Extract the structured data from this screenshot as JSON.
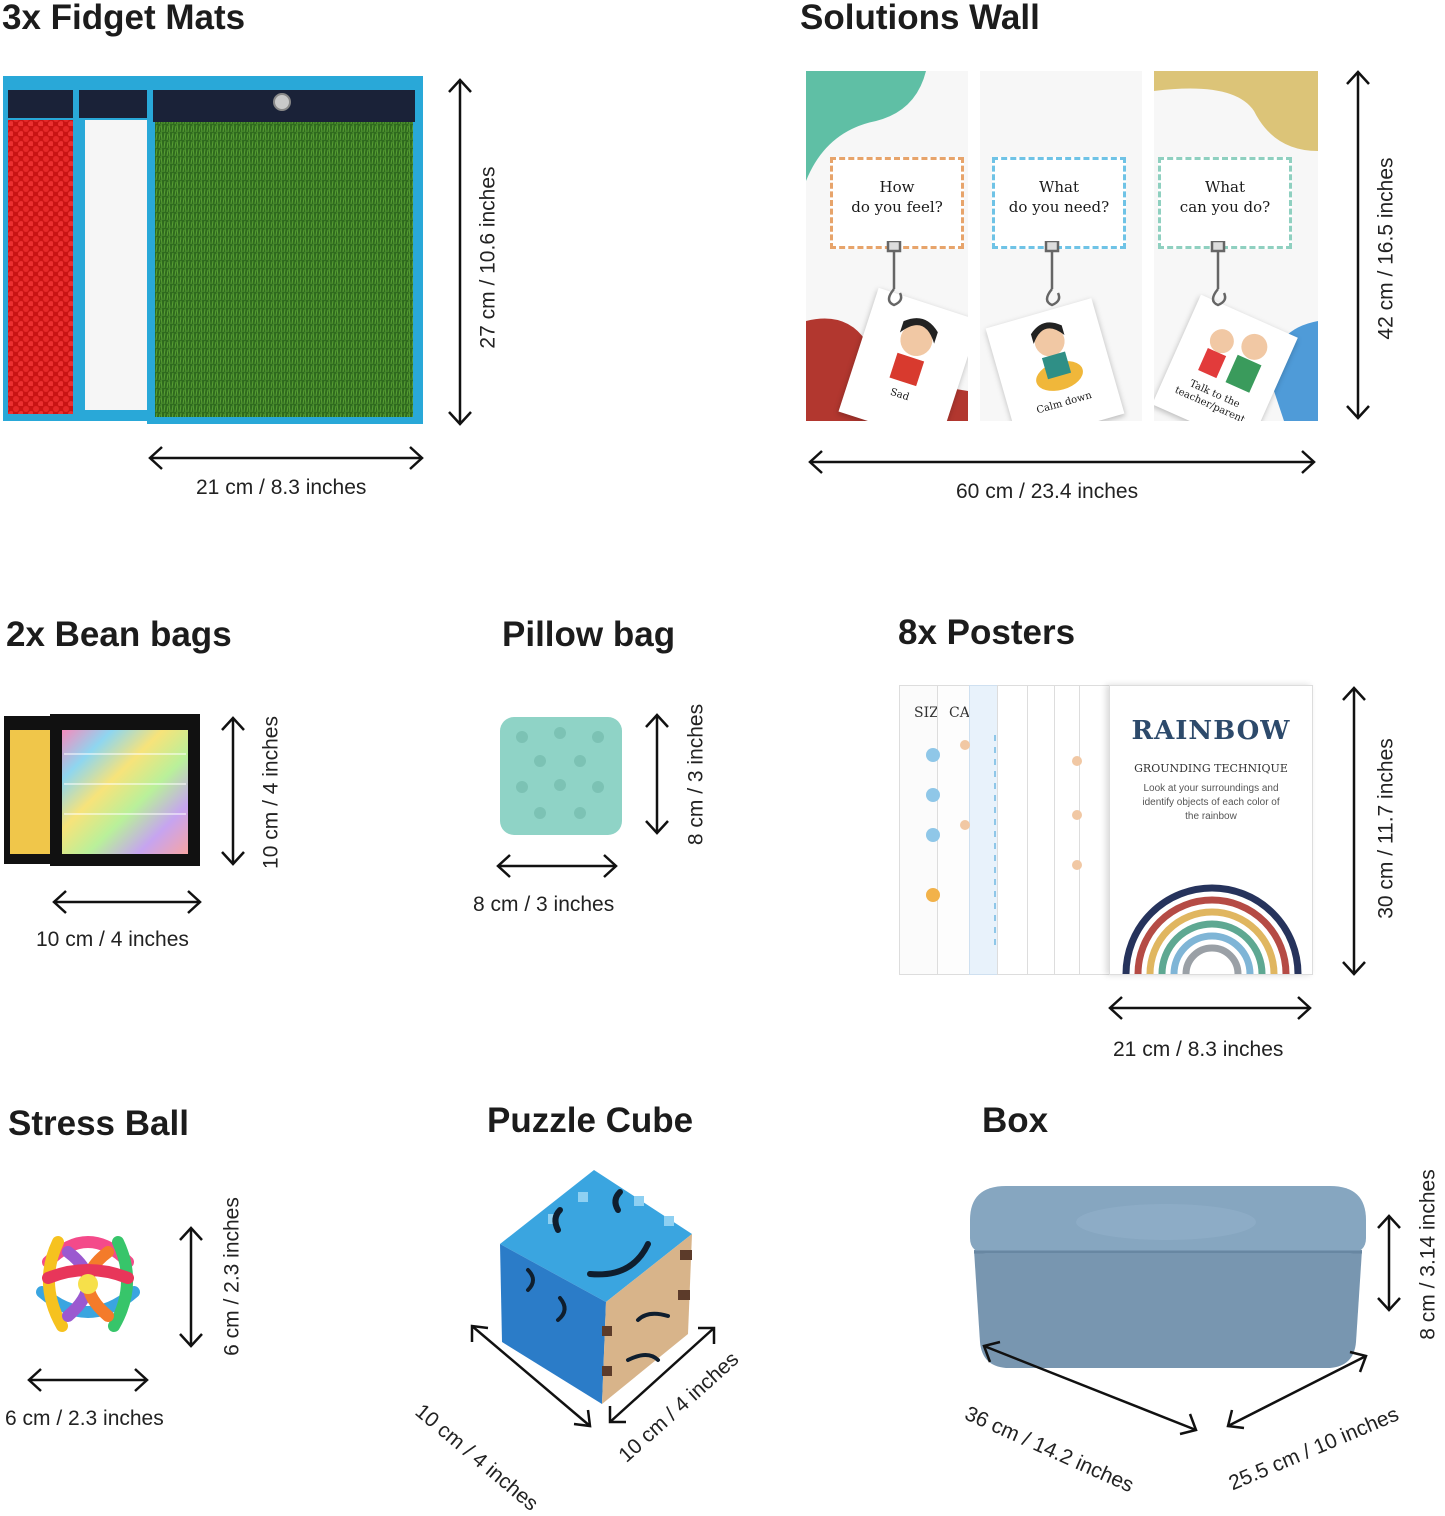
{
  "sections": {
    "fidget_mats": {
      "title": "3x Fidget Mats",
      "width": "21 cm / 8.3 inches",
      "height": "27 cm / 10.6 inches"
    },
    "solutions_wall": {
      "title": "Solutions Wall",
      "width": "60 cm / 23.4 inches",
      "height": "42 cm / 16.5 inches",
      "panels": [
        {
          "line1": "How",
          "line2": "do you feel?",
          "card": "Sad"
        },
        {
          "line1": "What",
          "line2": "do you need?",
          "card": "Calm down"
        },
        {
          "line1": "What",
          "line2": "can you do?",
          "card": "Talk to the teacher/parent"
        }
      ]
    },
    "bean_bags": {
      "title": "2x Bean bags",
      "width": "10 cm / 4 inches",
      "height": "10 cm / 4 inches"
    },
    "pillow_bag": {
      "title": "Pillow bag",
      "width": "8 cm / 3 inches",
      "height": "8 cm / 3 inches"
    },
    "posters": {
      "title": "8x Posters",
      "width": "21 cm / 8.3 inches",
      "height": "30 cm / 11.7 inches",
      "front_title": "RAINBOW",
      "front_subtitle": "GROUNDING TECHNIQUE",
      "front_body": "Look at your surroundings and identify objects of each color of the rainbow",
      "back_labels": [
        "SIZ",
        "CA"
      ]
    },
    "stress_ball": {
      "title": "Stress Ball",
      "width": "6 cm / 2.3 inches",
      "height": "6 cm / 2.3 inches"
    },
    "puzzle_cube": {
      "title": "Puzzle Cube",
      "width": "10 cm / 4 inches",
      "depth": "10 cm / 4 inches"
    },
    "box": {
      "title": "Box",
      "length": "36 cm / 14.2 inches",
      "width": "25.5 cm / 10 inches",
      "height": "8 cm / 3.14 inches"
    }
  },
  "colors": {
    "mat_border": "#29a8d8",
    "mat_red": "#d81b1b",
    "mat_grass": "#2f6a1e",
    "pillow": "#8fd3c6",
    "box": "#7f9fb8",
    "cube_blue": "#3aa5e0",
    "cube_tan": "#d8b48a"
  }
}
